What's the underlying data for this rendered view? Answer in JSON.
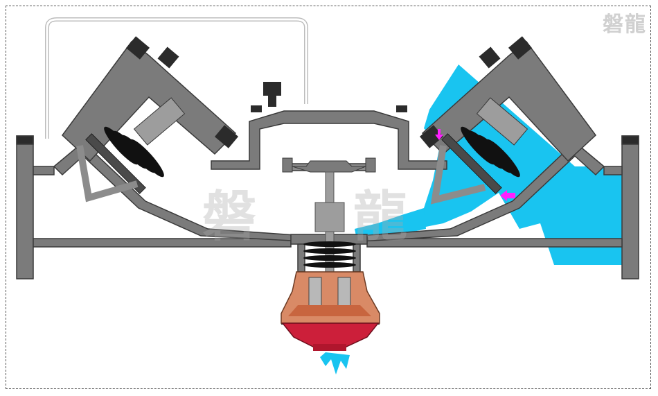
{
  "watermark": {
    "corner_text": "磐龍",
    "center_left_char": "磐",
    "center_right_char": "龍"
  },
  "colors": {
    "body": "#7b7b7b",
    "body_edge": "#3a3a3a",
    "water": "#19c4f0",
    "stem": "#9d9d9d",
    "spring": "#111111",
    "housing": "#d98a66",
    "cap": "#cc1f3a",
    "arrow": "#ff1fff"
  },
  "icons": [
    "arrow-icon",
    "spring-icon",
    "water-jet-icon"
  ]
}
